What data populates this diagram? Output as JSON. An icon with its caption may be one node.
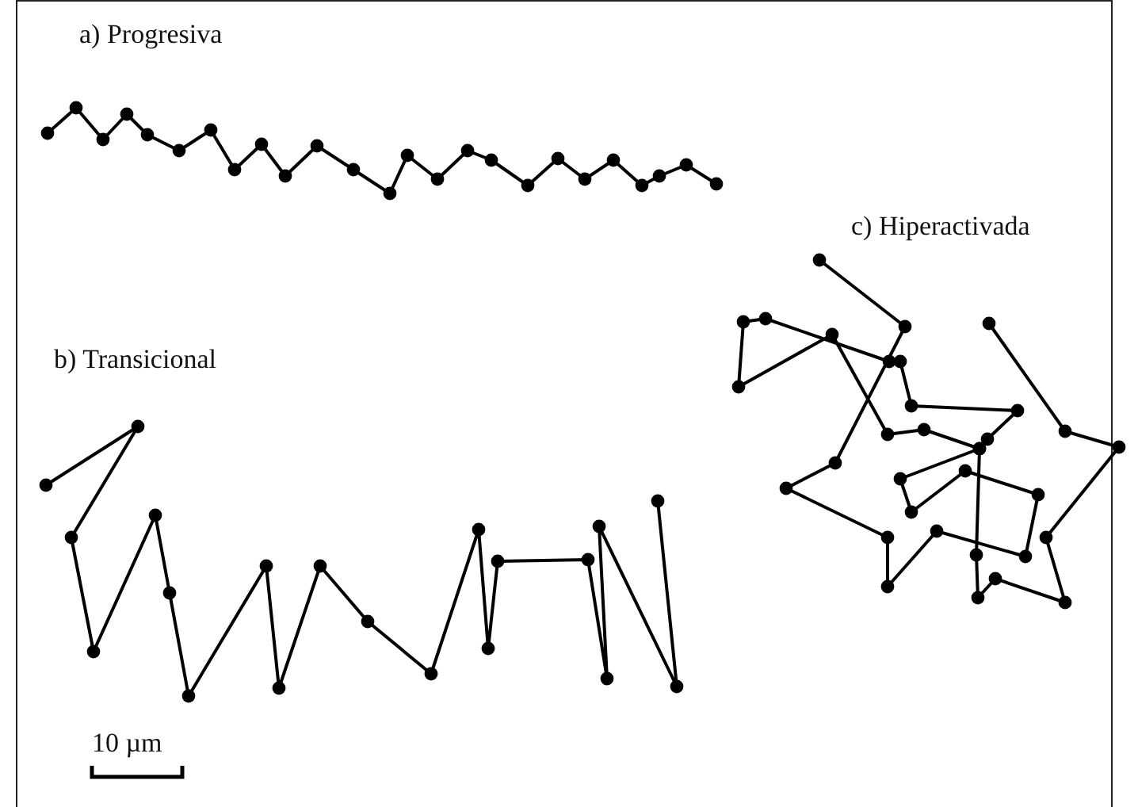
{
  "diagram": {
    "labels": [
      "a) Progresiva",
      "c) Hiperactivada",
      "b) Transicional",
      "10 µm"
    ]
  }
}
